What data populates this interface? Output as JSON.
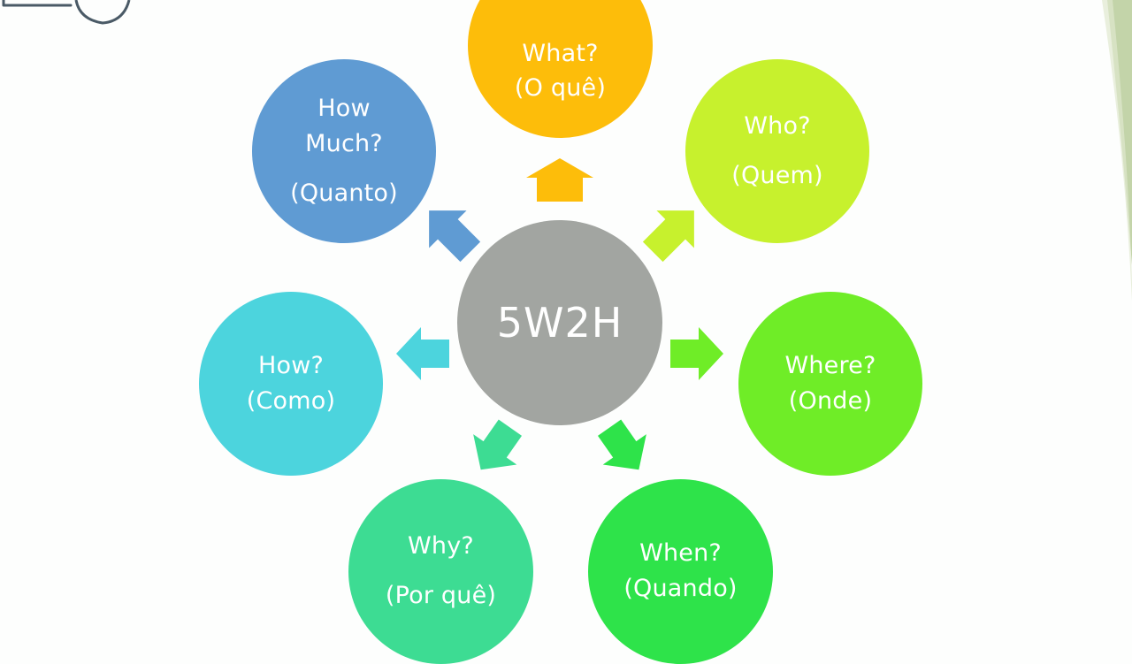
{
  "diagram": {
    "center": "5W2H",
    "colors": {
      "background": "#fdfefd",
      "hub": "#a2a5a1",
      "what": "#fdbd0a",
      "who": "#c7f12d",
      "where": "#6fed27",
      "when": "#2ee34a",
      "why": "#3ddc93",
      "how": "#4cd4dd",
      "how_much": "#5f9bd3",
      "corner_band": "#b8cc9a"
    },
    "nodes": [
      {
        "id": "what",
        "line1": "What?",
        "line2": "(O quê)"
      },
      {
        "id": "who",
        "line1": "Who?",
        "line2": "(Quem)"
      },
      {
        "id": "where",
        "line1": "Where?",
        "line2": "(Onde)"
      },
      {
        "id": "when",
        "line1": "When?",
        "line2": "(Quando)"
      },
      {
        "id": "why",
        "line1": "Why?",
        "line2": "(Por quê)"
      },
      {
        "id": "how",
        "line1": "How?",
        "line2": "(Como)"
      },
      {
        "id": "how_much",
        "line1": "How",
        "line1b": "Much?",
        "line2": "(Quanto)"
      }
    ]
  }
}
